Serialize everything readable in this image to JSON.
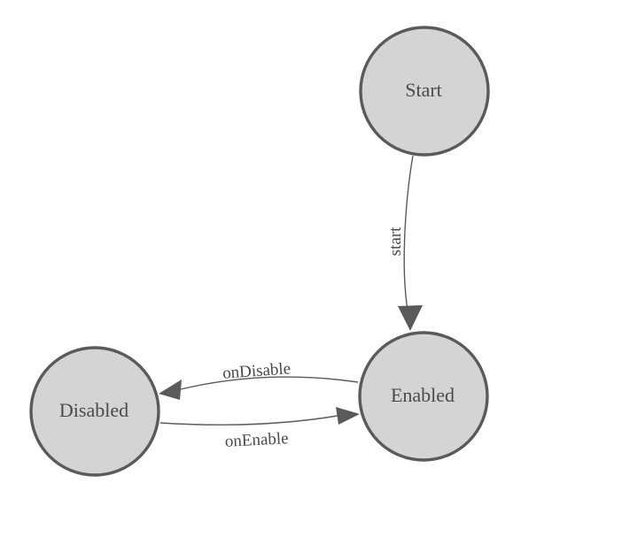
{
  "diagram": {
    "colors": {
      "background": "#ffffff",
      "node_fill": "#d4d4d4",
      "node_stroke": "#5a5a5a",
      "edge_stroke": "#5a5a5a",
      "label_color": "#4a4a4a"
    },
    "nodes": [
      {
        "id": "start",
        "label": "Start"
      },
      {
        "id": "enabled",
        "label": "Enabled"
      },
      {
        "id": "disabled",
        "label": "Disabled"
      }
    ],
    "edges": [
      {
        "id": "start-to-enabled",
        "from": "Start",
        "to": "Enabled",
        "label": "start"
      },
      {
        "id": "enabled-to-disabled",
        "from": "Enabled",
        "to": "Disabled",
        "label": "onDisable"
      },
      {
        "id": "disabled-to-enabled",
        "from": "Disabled",
        "to": "Enabled",
        "label": "onEnable"
      }
    ]
  }
}
